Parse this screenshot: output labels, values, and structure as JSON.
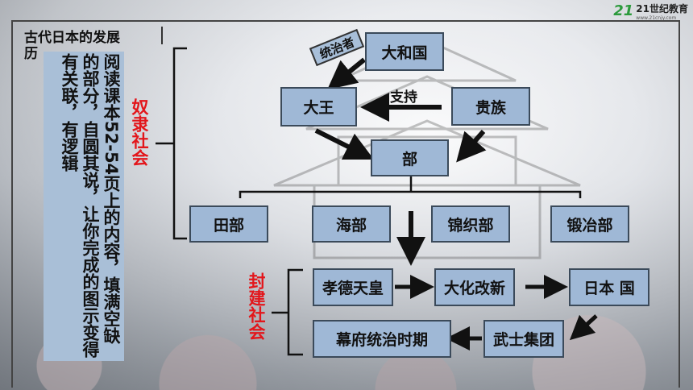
{
  "logo": {
    "mark": "21",
    "text": "21世纪教育",
    "sub": "www.21cnjy.com"
  },
  "title": {
    "line1": "古代日本的发展",
    "line2": "历"
  },
  "instruction": "阅读课本52-54页上的内容，填满空缺的部分，自圆其说，让你完成的图示变得有关联，有逻辑",
  "slavery": "奴隶社会",
  "feudal": "封建社会",
  "nodes": {
    "yamato": "大和国",
    "tongzhi": "统治者",
    "dawang": "大王",
    "zhichi": "支持",
    "guizu": "贵族",
    "bu": "部",
    "tianbu": "田部",
    "haibu": "海部",
    "jinzhibu": "锦织部",
    "duanyebu": "锻冶部",
    "xiaode": "孝德天皇",
    "dahua": "大化改新",
    "riben": "日本 国",
    "wushi": "武士集团",
    "mufu": "幕府统治时期"
  }
}
